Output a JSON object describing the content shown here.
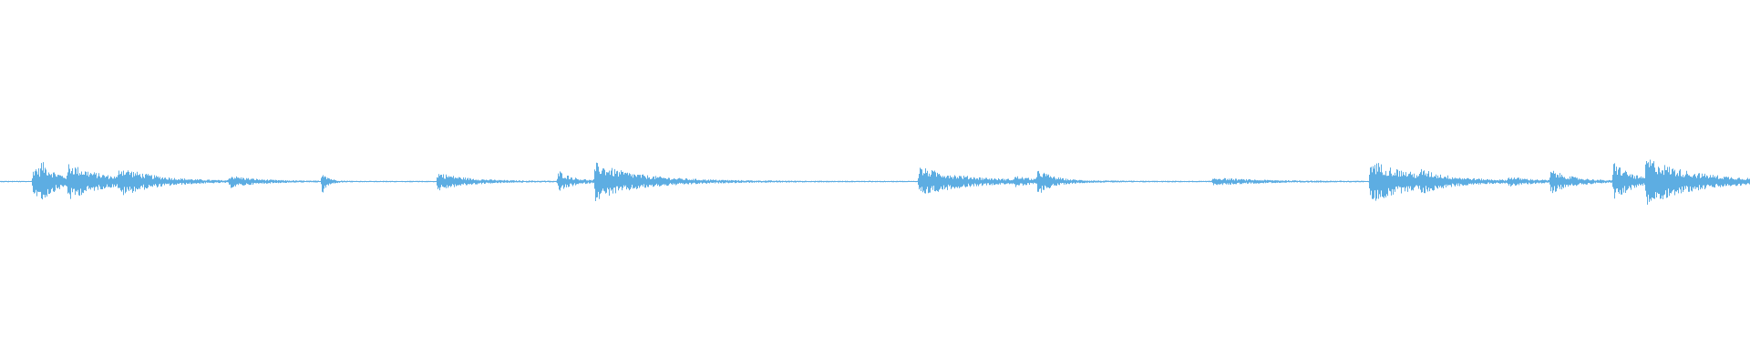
{
  "waveform": {
    "color": "#5dade2",
    "background": "#ffffff",
    "bursts": [
      {
        "t": 0.019,
        "amp": 0.09,
        "decay": 0.014
      },
      {
        "t": 0.0235,
        "amp": 0.05,
        "decay": 0.006
      },
      {
        "t": 0.039,
        "amp": 0.08,
        "decay": 0.022
      },
      {
        "t": 0.068,
        "amp": 0.06,
        "decay": 0.02
      },
      {
        "t": 0.131,
        "amp": 0.03,
        "decay": 0.014
      },
      {
        "t": 0.184,
        "amp": 0.07,
        "decay": 0.003
      },
      {
        "t": 0.25,
        "amp": 0.05,
        "decay": 0.016
      },
      {
        "t": 0.319,
        "amp": 0.06,
        "decay": 0.008
      },
      {
        "t": 0.34,
        "amp": 0.1,
        "decay": 0.026
      },
      {
        "t": 0.525,
        "amp": 0.08,
        "decay": 0.026
      },
      {
        "t": 0.58,
        "amp": 0.02,
        "decay": 0.01
      },
      {
        "t": 0.593,
        "amp": 0.06,
        "decay": 0.008
      },
      {
        "t": 0.693,
        "amp": 0.02,
        "decay": 0.024
      },
      {
        "t": 0.783,
        "amp": 0.12,
        "decay": 0.026
      },
      {
        "t": 0.812,
        "amp": 0.03,
        "decay": 0.012
      },
      {
        "t": 0.862,
        "amp": 0.02,
        "decay": 0.012
      },
      {
        "t": 0.886,
        "amp": 0.06,
        "decay": 0.012
      },
      {
        "t": 0.922,
        "amp": 0.11,
        "decay": 0.01
      },
      {
        "t": 0.9405,
        "amp": 0.12,
        "decay": 0.03
      }
    ],
    "noise_floor": 0.004,
    "samples": 1920
  }
}
